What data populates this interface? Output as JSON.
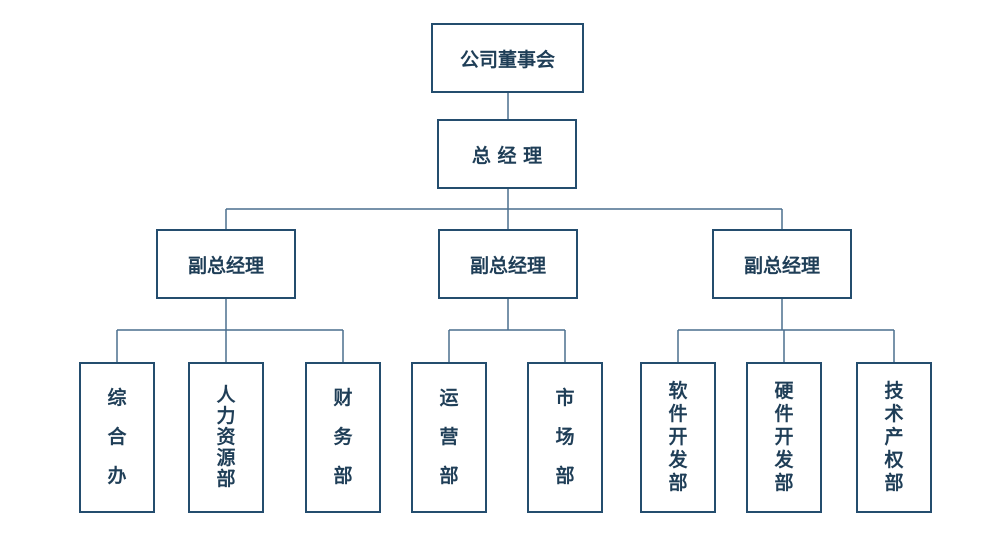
{
  "board": {
    "label": "公司董事会"
  },
  "general_manager": {
    "label": "总 经 理"
  },
  "deputies": [
    {
      "label": "副总经理"
    },
    {
      "label": "副总经理"
    },
    {
      "label": "副总经理"
    }
  ],
  "departments": [
    {
      "label": "综合办",
      "chars": [
        "综",
        "合",
        "办"
      ]
    },
    {
      "label": "人力资源部",
      "chars": [
        "人",
        "力",
        "资",
        "源",
        "部"
      ]
    },
    {
      "label": "财务部",
      "chars": [
        "财",
        "务",
        "部"
      ]
    },
    {
      "label": "运营部",
      "chars": [
        "运",
        "营",
        "部"
      ]
    },
    {
      "label": "市场部",
      "chars": [
        "市",
        "场",
        "部"
      ]
    },
    {
      "label": "软件开发部",
      "chars": [
        "软",
        "件",
        "开",
        "发",
        "部"
      ]
    },
    {
      "label": "硬件开发部",
      "chars": [
        "硬",
        "件",
        "开",
        "发",
        "部"
      ]
    },
    {
      "label": "技术产权部",
      "chars": [
        "技",
        "术",
        "产",
        "权",
        "部"
      ]
    }
  ],
  "colors": {
    "border": "#244d6e",
    "text": "#1f3e57",
    "connector": "#4a6f8e"
  }
}
